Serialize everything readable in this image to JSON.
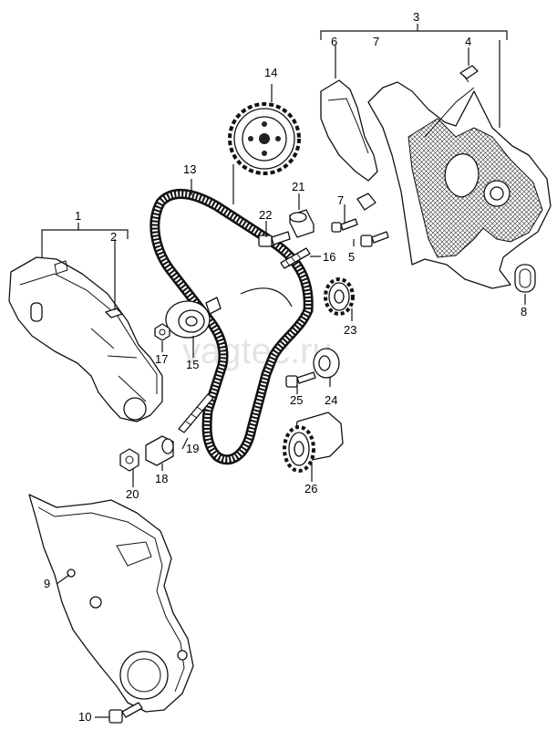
{
  "watermark": "vagtec.ru",
  "callouts": {
    "c1": "1",
    "c2": "2",
    "c3": "3",
    "c4": "4",
    "c5": "5",
    "c6": "6",
    "c7a": "7",
    "c7b": "7",
    "c8": "8",
    "c9": "9",
    "c10": "10",
    "c13": "13",
    "c14": "14",
    "c15": "15",
    "c16": "16",
    "c17": "17",
    "c18": "18",
    "c19": "19",
    "c20": "20",
    "c21": "21",
    "c22": "22",
    "c23": "23",
    "c24": "24",
    "c25": "25",
    "c26": "26"
  }
}
